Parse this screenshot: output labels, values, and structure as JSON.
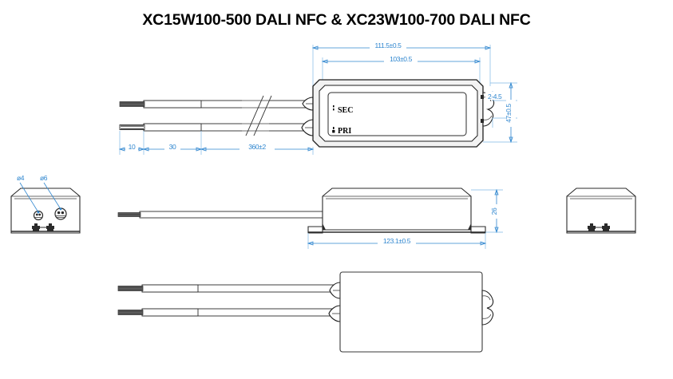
{
  "drawing": {
    "title": "XC15W100-500 DALI NFC & XC23W100-700 DALI NFC",
    "background_color": "#ffffff",
    "dimension_color": "#2f86cf",
    "outline_color": "#2b2b2b"
  },
  "views": {
    "top": {
      "name": "top-view",
      "dimensions": {
        "overall_length": "111.5±0.5",
        "body_length": "103±0.5",
        "mounting_hole": "2-4.5",
        "tab_spacing": "47±0.5",
        "wire_tip": "10",
        "wire_jacket": "30",
        "wire_length": "360±2"
      },
      "labels": {
        "secondary": "SEC",
        "primary": "PRI"
      }
    },
    "left_end": {
      "name": "left-end-view",
      "dimensions": {
        "small_hole": "ø4",
        "large_hole": "ø6"
      }
    },
    "side": {
      "name": "side-view",
      "dimensions": {
        "height": "26",
        "length_with_flange": "123.1±0.5"
      }
    },
    "right_end": {
      "name": "right-end-view",
      "dimensions": {}
    },
    "bottom": {
      "name": "bottom-view",
      "dimensions": {}
    }
  }
}
